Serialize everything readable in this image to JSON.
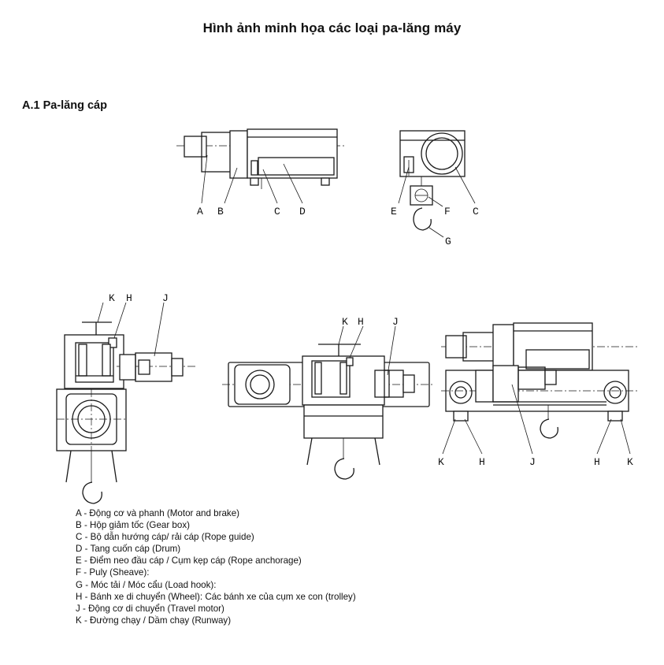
{
  "title": "Hình ảnh minh họa các loại pa-lăng máy",
  "section_heading": "A.1 Pa-lăng cáp",
  "callouts": {
    "fig1": [
      "A",
      "B",
      "C",
      "D"
    ],
    "fig2": [
      "E",
      "F",
      "C",
      "G"
    ],
    "fig3": [
      "K",
      "H",
      "J"
    ],
    "fig4": [
      "K",
      "H",
      "J"
    ],
    "fig5": [
      "K",
      "H",
      "J",
      "H",
      "K"
    ]
  },
  "legend": [
    "A - Động cơ và phanh (Motor and brake)",
    "B - Hộp giảm tốc (Gear box)",
    "C - Bộ dẫn hướng cáp/ rải cáp (Rope guide)",
    "D - Tang cuốn cáp (Drum)",
    "E - Điểm neo đầu cáp / Cụm kẹp cáp (Rope anchorage)",
    "F - Puly (Sheave):",
    "G - Móc tải / Móc cẩu (Load hook):",
    "H - Bánh xe di chuyển (Wheel): Các bánh xe của cụm xe con (trolley)",
    "J - Động cơ di chuyển (Travel motor)",
    "K - Đường chạy / Dầm chạy (Runway)"
  ]
}
